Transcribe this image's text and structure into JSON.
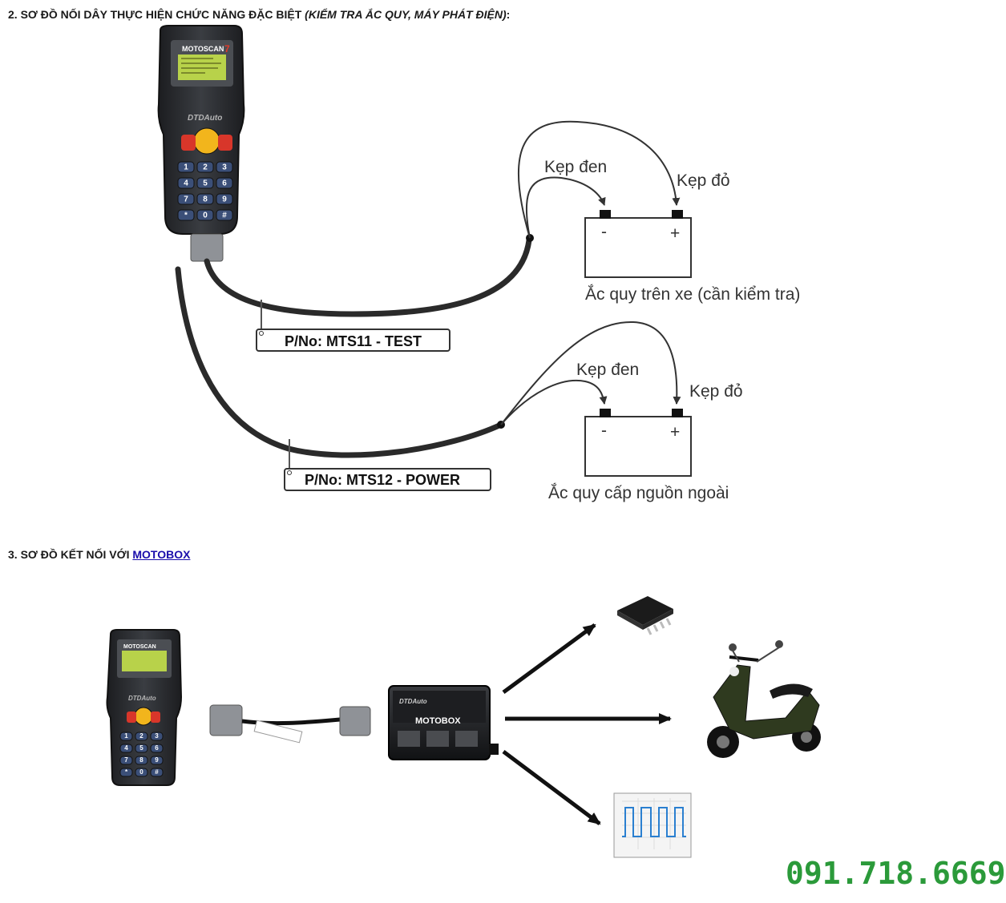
{
  "section2": {
    "heading_main": "2. SƠ ĐỒ NỐI DÂY THỰC HIỆN CHỨC NĂNG ĐẶC BIỆT ",
    "heading_italic": "(KIỂM TRA ẮC QUY, MÁY PHÁT ĐIỆN)",
    "heading_tail": ":",
    "device_brand": "MOTOSCAN",
    "device_model": "7",
    "device_maker": "DTDAuto",
    "keypad": [
      "1",
      "2",
      "3",
      "4",
      "5",
      "6",
      "7",
      "8",
      "9",
      "*",
      "0",
      "#"
    ],
    "battery1": {
      "black_clamp": "Kẹp đen",
      "red_clamp": "Kẹp đỏ",
      "minus": "-",
      "plus": "+",
      "caption": "Ắc quy trên xe (cần kiểm tra)"
    },
    "battery2": {
      "black_clamp": "Kẹp đen",
      "red_clamp": "Kẹp đỏ",
      "minus": "-",
      "plus": "+",
      "caption": "Ắc quy cấp nguồn ngoài"
    },
    "cable1_tag": "P/No: MTS11 - TEST",
    "cable2_tag": "P/No: MTS12 - POWER"
  },
  "section3": {
    "heading_main": "3. SƠ ĐỒ KẾT NỐI VỚI ",
    "heading_link": "MOTOBOX",
    "motobox_label": "MOTOBOX",
    "motobox_maker": "DTDAuto"
  },
  "phone": "091.718.6669",
  "colors": {
    "phone_green": "#2b9a3a",
    "link_blue": "#1a0dab",
    "device_body": "#2a2c30",
    "lcd_green": "#b8d24a",
    "scooter_green": "#2f3a1f"
  }
}
